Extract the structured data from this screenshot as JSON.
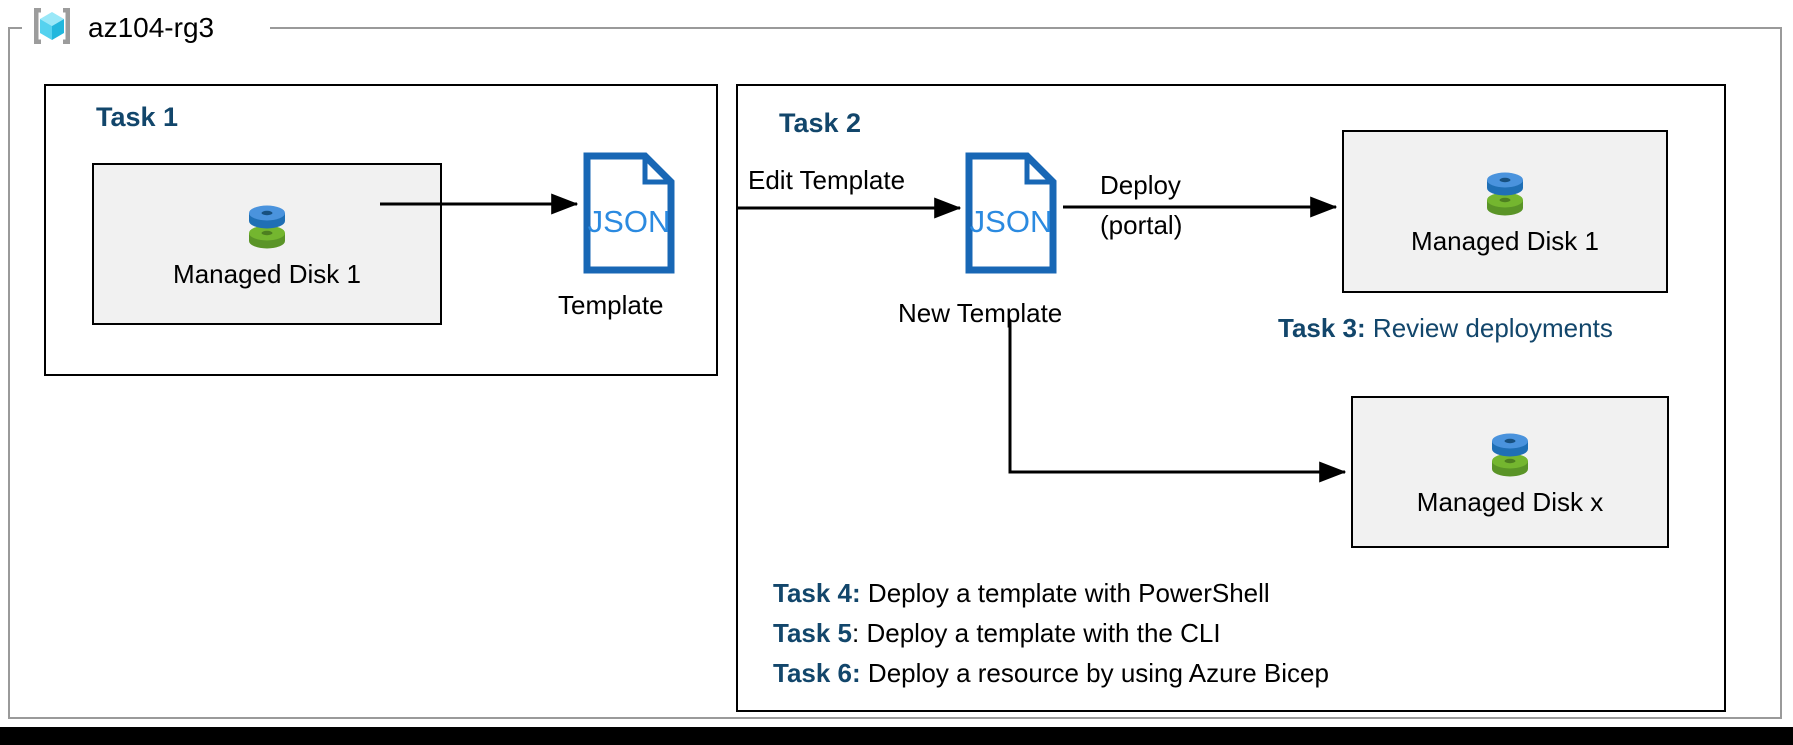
{
  "resource_group": {
    "name": "az104-rg3",
    "icon": "azure-resource-group-icon"
  },
  "tasks": {
    "task1": {
      "heading": "Task 1"
    },
    "task2": {
      "heading": "Task 2"
    },
    "task3": {
      "key": "Task 3:",
      "text": "Review deployments"
    },
    "task4": {
      "key": "Task 4:",
      "text": "Deploy a template with PowerShell"
    },
    "task5": {
      "key": "Task 5",
      "separator": ":",
      "text": "Deploy a template with the CLI"
    },
    "task6": {
      "key": "Task 6:",
      "text": "Deploy a resource by using Azure Bicep"
    }
  },
  "nodes": {
    "managed_disk_1_source": {
      "label": "Managed Disk 1",
      "icon": "managed-disk-icon"
    },
    "managed_disk_1_target": {
      "label": "Managed Disk 1",
      "icon": "managed-disk-icon"
    },
    "managed_disk_x": {
      "label": "Managed Disk x",
      "icon": "managed-disk-icon"
    },
    "template": {
      "icon": "json-file-icon",
      "icon_label": "JSON",
      "caption": "Template"
    },
    "new_template": {
      "icon": "json-file-icon",
      "icon_label": "JSON",
      "caption": "New Template"
    }
  },
  "edges": {
    "export": {
      "label": ""
    },
    "edit": {
      "label": "Edit Template"
    },
    "deploy": {
      "label_top": "Deploy",
      "label_bottom": "(portal)"
    },
    "deploy_second": {
      "label": ""
    }
  },
  "colors": {
    "task_heading": "#12466b",
    "json_outline": "#1867b5",
    "json_text": "#2b8ae0",
    "disk_blue": "#3d92e0",
    "disk_green": "#72b23a",
    "resource_fill": "#f1f1f1",
    "frame_border": "#9a9a9a",
    "rg_icon_cyan": "#48d9f5",
    "rg_icon_bracket": "#9c9c9c",
    "arrow": "#000000"
  }
}
